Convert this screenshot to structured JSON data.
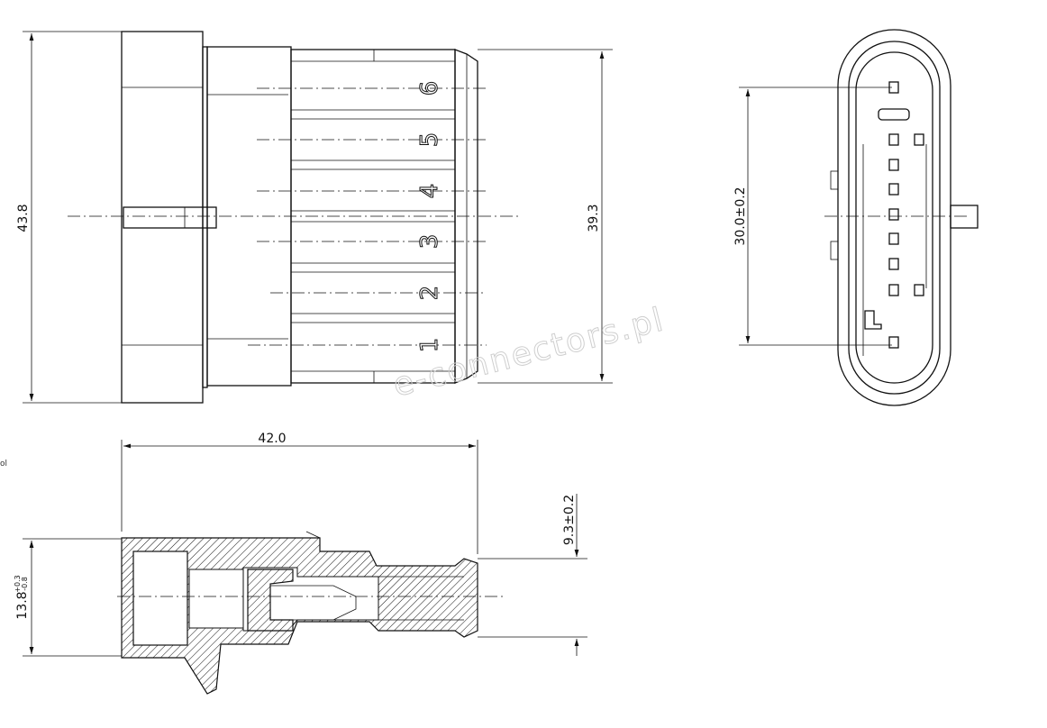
{
  "front_view": {
    "height_dim": "43.8",
    "flange_dim": "39.3",
    "pin_labels": [
      "6",
      "5",
      "4",
      "3",
      "2",
      "1"
    ]
  },
  "side_view": {
    "pitch_dim": "30.0±0.2"
  },
  "section_view": {
    "length_dim": "42.0",
    "height_dim": "13.8",
    "height_tol_upper": "+0.3",
    "height_tol_lower": "-0.8",
    "tip_dim": "9.3±0.2"
  },
  "edge_text": "ol",
  "watermark": "e-connectors.pl"
}
